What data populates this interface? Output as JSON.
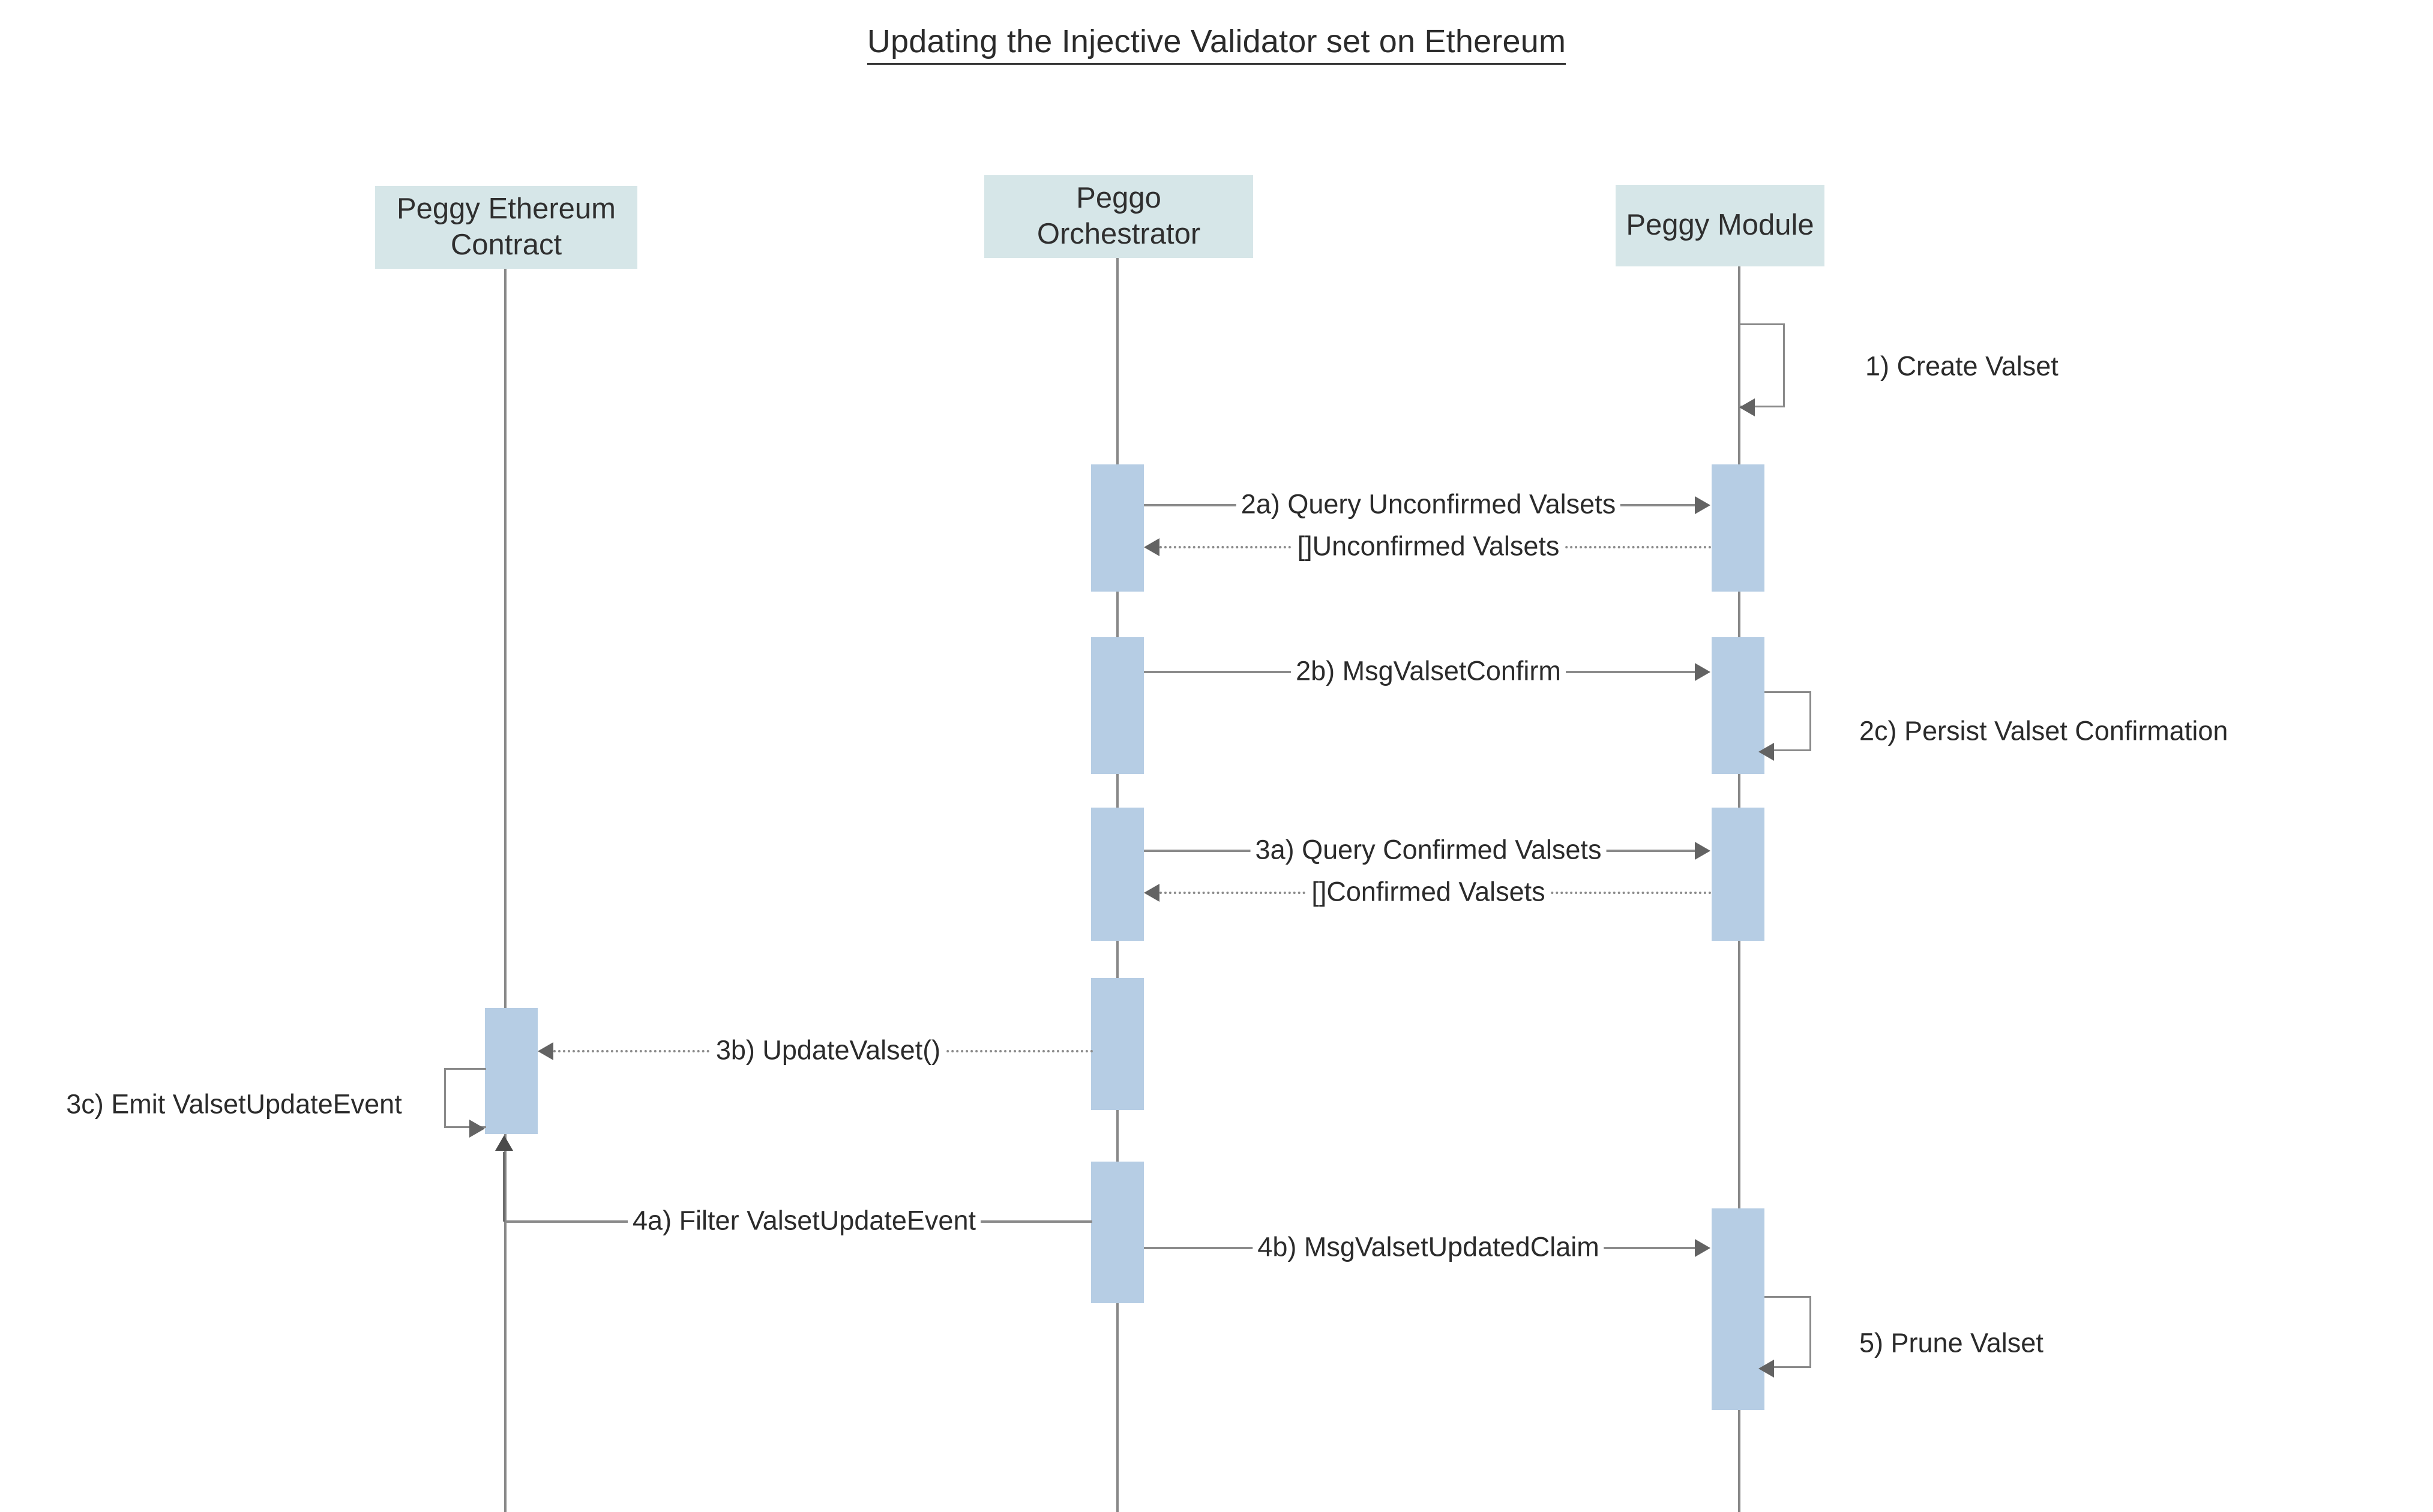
{
  "title": "Updating the Injective Validator set on Ethereum",
  "participants": [
    {
      "id": "peggy-ethereum-contract",
      "label": "Peggy Ethereum\nContract"
    },
    {
      "id": "peggo-orchestrator",
      "label": "Peggo\nOrchestrator"
    },
    {
      "id": "peggy-module",
      "label": "Peggy Module"
    }
  ],
  "messages": [
    {
      "id": "m1",
      "label": "1) Create Valset",
      "kind": "self",
      "actor": "peggy-module"
    },
    {
      "id": "m2a",
      "label": "2a) Query Unconfirmed Valsets",
      "kind": "call",
      "from": "peggo-orchestrator",
      "to": "peggy-module"
    },
    {
      "id": "m2a-return",
      "label": "[]Unconfirmed Valsets",
      "kind": "return",
      "from": "peggy-module",
      "to": "peggo-orchestrator"
    },
    {
      "id": "m2b",
      "label": "2b) MsgValsetConfirm",
      "kind": "call",
      "from": "peggo-orchestrator",
      "to": "peggy-module"
    },
    {
      "id": "m2c",
      "label": "2c) Persist Valset Confirmation",
      "kind": "self",
      "actor": "peggy-module"
    },
    {
      "id": "m3a",
      "label": "3a) Query Confirmed Valsets",
      "kind": "call",
      "from": "peggo-orchestrator",
      "to": "peggy-module"
    },
    {
      "id": "m3a-return",
      "label": "[]Confirmed Valsets",
      "kind": "return",
      "from": "peggy-module",
      "to": "peggo-orchestrator"
    },
    {
      "id": "m3b",
      "label": "3b) UpdateValset()",
      "kind": "return",
      "from": "peggo-orchestrator",
      "to": "peggy-ethereum-contract"
    },
    {
      "id": "m3c",
      "label": "3c) Emit ValsetUpdateEvent",
      "kind": "self",
      "actor": "peggy-ethereum-contract"
    },
    {
      "id": "m4a",
      "label": "4a) Filter ValsetUpdateEvent",
      "kind": "call",
      "from": "peggy-ethereum-contract",
      "to": "peggo-orchestrator"
    },
    {
      "id": "m4b",
      "label": "4b) MsgValsetUpdatedClaim",
      "kind": "call",
      "from": "peggo-orchestrator",
      "to": "peggy-module"
    },
    {
      "id": "m5",
      "label": "5) Prune Valset",
      "kind": "self",
      "actor": "peggy-module"
    }
  ],
  "colors": {
    "participant_box_fill": "#d6e6e8",
    "activation_fill": "#b6cde4",
    "line": "#8a8a8a",
    "text": "#2b2b2b",
    "background": "#ffffff"
  }
}
